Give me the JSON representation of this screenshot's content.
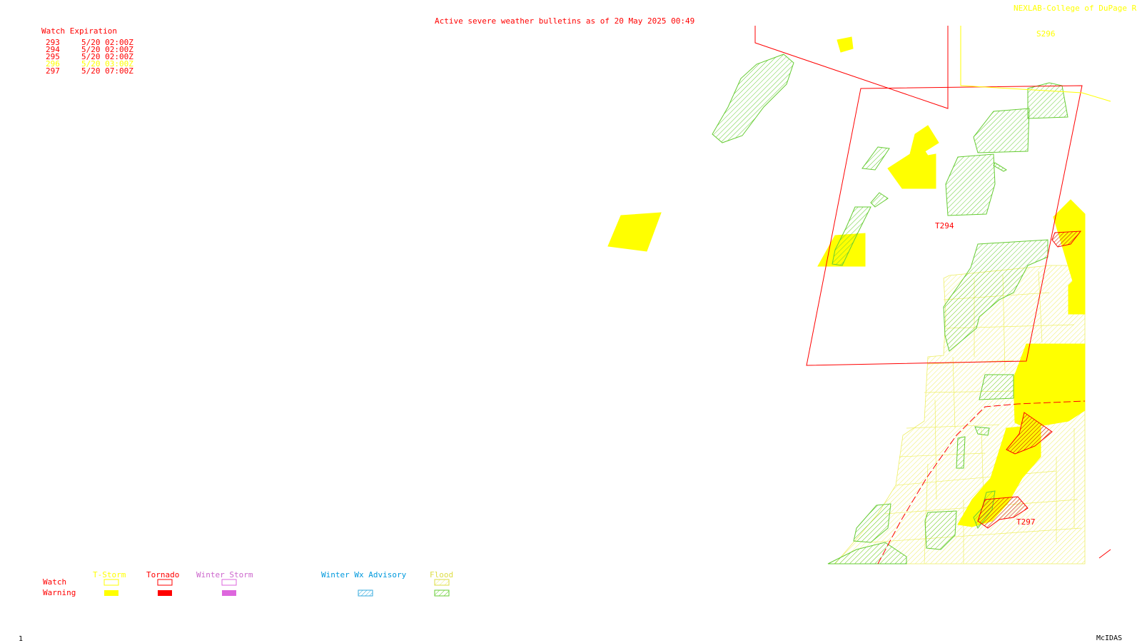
{
  "header": {
    "title": "Active severe weather bulletins as of 20 May 2025 00:49",
    "source": "NEXLAB-College of DuPage R"
  },
  "expiration": {
    "heading": "Watch Expiration",
    "rows": [
      {
        "id": "293",
        "time": "5/20 02:00Z",
        "color": "#ff0000"
      },
      {
        "id": "294",
        "time": "5/20 02:00Z",
        "color": "#ff0000"
      },
      {
        "id": "295",
        "time": "5/20 02:00Z",
        "color": "#ff0000"
      },
      {
        "id": "296",
        "time": "5/20 03:00Z",
        "color": "#ffff00"
      },
      {
        "id": "297",
        "time": "5/20 07:00Z",
        "color": "#ff0000"
      }
    ]
  },
  "map_labels": {
    "t294": "T294",
    "t297": "T297",
    "s296": "S296"
  },
  "legend": {
    "tstorm": "T-Storm",
    "tornado": "Tornado",
    "winter_storm": "Winter Storm",
    "winter_adv": "Winter Wx Advisory",
    "flood": "Flood",
    "watch": "Watch",
    "warning": "Warning"
  },
  "footer": {
    "frame": "1",
    "app": "McIDAS"
  },
  "colors": {
    "tstorm_warning": "#ffff00",
    "tornado_warning": "#ff0000",
    "flood_warning": "#66cc33",
    "flood_watch": "#ffff99",
    "winter_storm": "#dd66dd",
    "winter_advisory": "#33aadd",
    "watch_outline": "#ff0000"
  }
}
